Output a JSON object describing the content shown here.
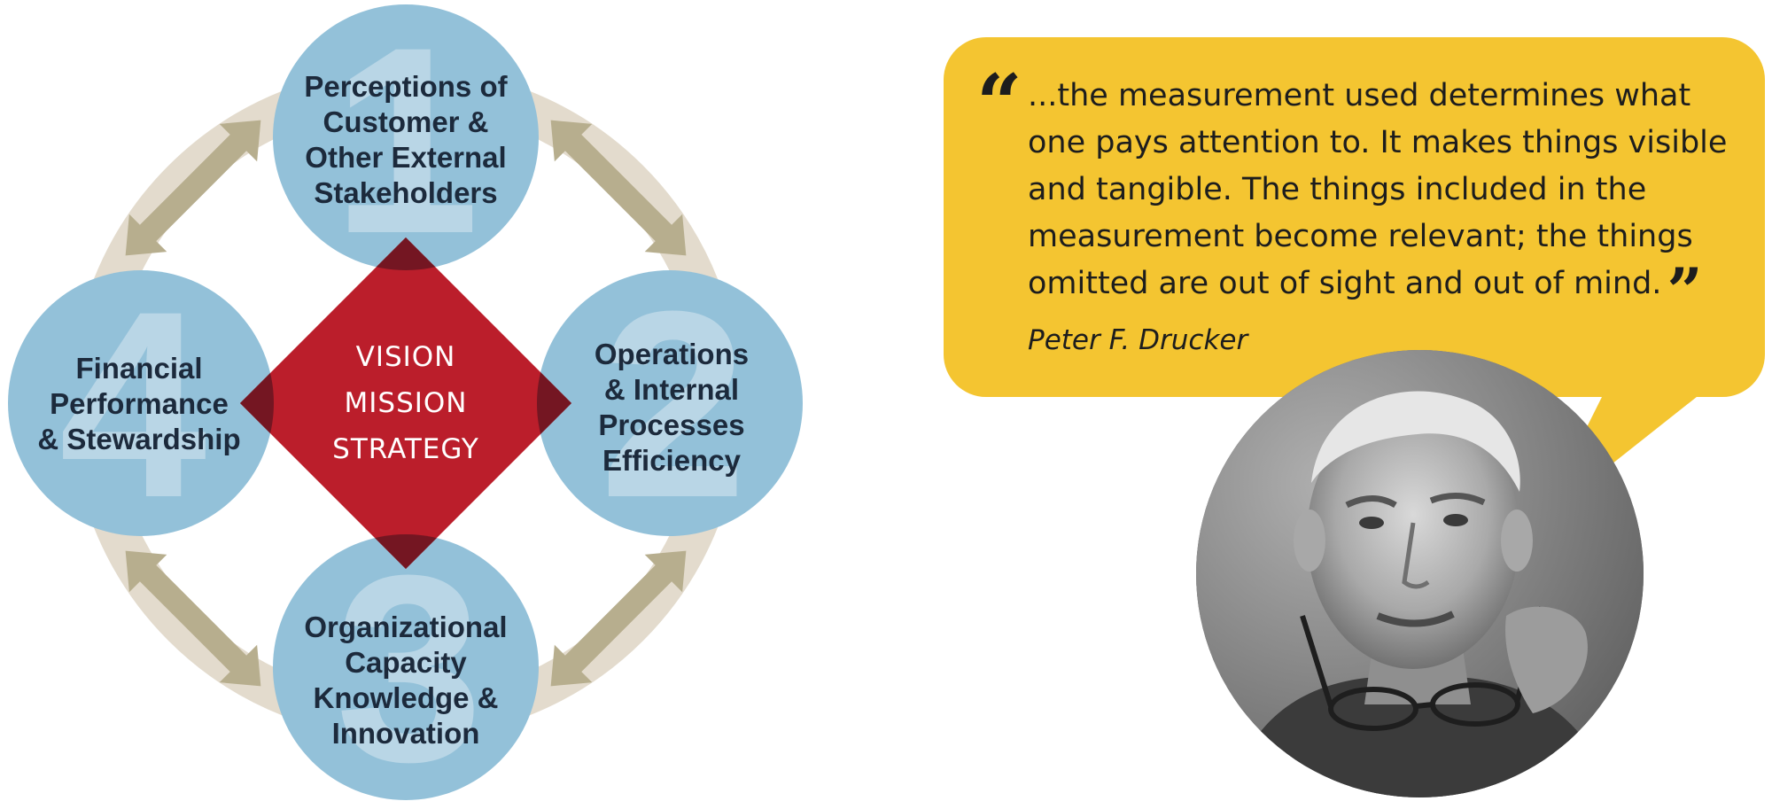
{
  "diagram": {
    "center": {
      "lines": [
        "VISION",
        "MISSION",
        "STRATEGY"
      ]
    },
    "nodes": [
      {
        "number": "1",
        "lines": [
          "Perceptions of",
          "Customer &",
          "Other External",
          "Stakeholders"
        ]
      },
      {
        "number": "2",
        "lines": [
          "Operations",
          "& Internal",
          "Processes",
          "Efficiency"
        ]
      },
      {
        "number": "3",
        "lines": [
          "Organizational",
          "Capacity",
          "Knowledge &",
          "Innovation"
        ]
      },
      {
        "number": "4",
        "lines": [
          "Financial",
          "Performance",
          "& Stewardship"
        ]
      }
    ],
    "colors": {
      "circle": "#93c1d9",
      "numeral": "#b9d6e6",
      "diamond": "#bb1e2b",
      "overlap": "#741622",
      "ring": "#e3dbcd",
      "arrow": "#b7ae8e"
    }
  },
  "quote": {
    "open_mark": "“",
    "close_mark": "”",
    "lines": [
      "...the measurement used determines what",
      "one pays attention to. It makes things visible",
      "and tangible. The things included in the",
      "measurement become relevant; the things",
      "omitted are out of sight and out of mind."
    ],
    "author": "Peter F. Drucker",
    "bubble_color": "#f4c531"
  },
  "portrait": {
    "subject": "Peter F. Drucker",
    "style": "black-and-white photo"
  }
}
